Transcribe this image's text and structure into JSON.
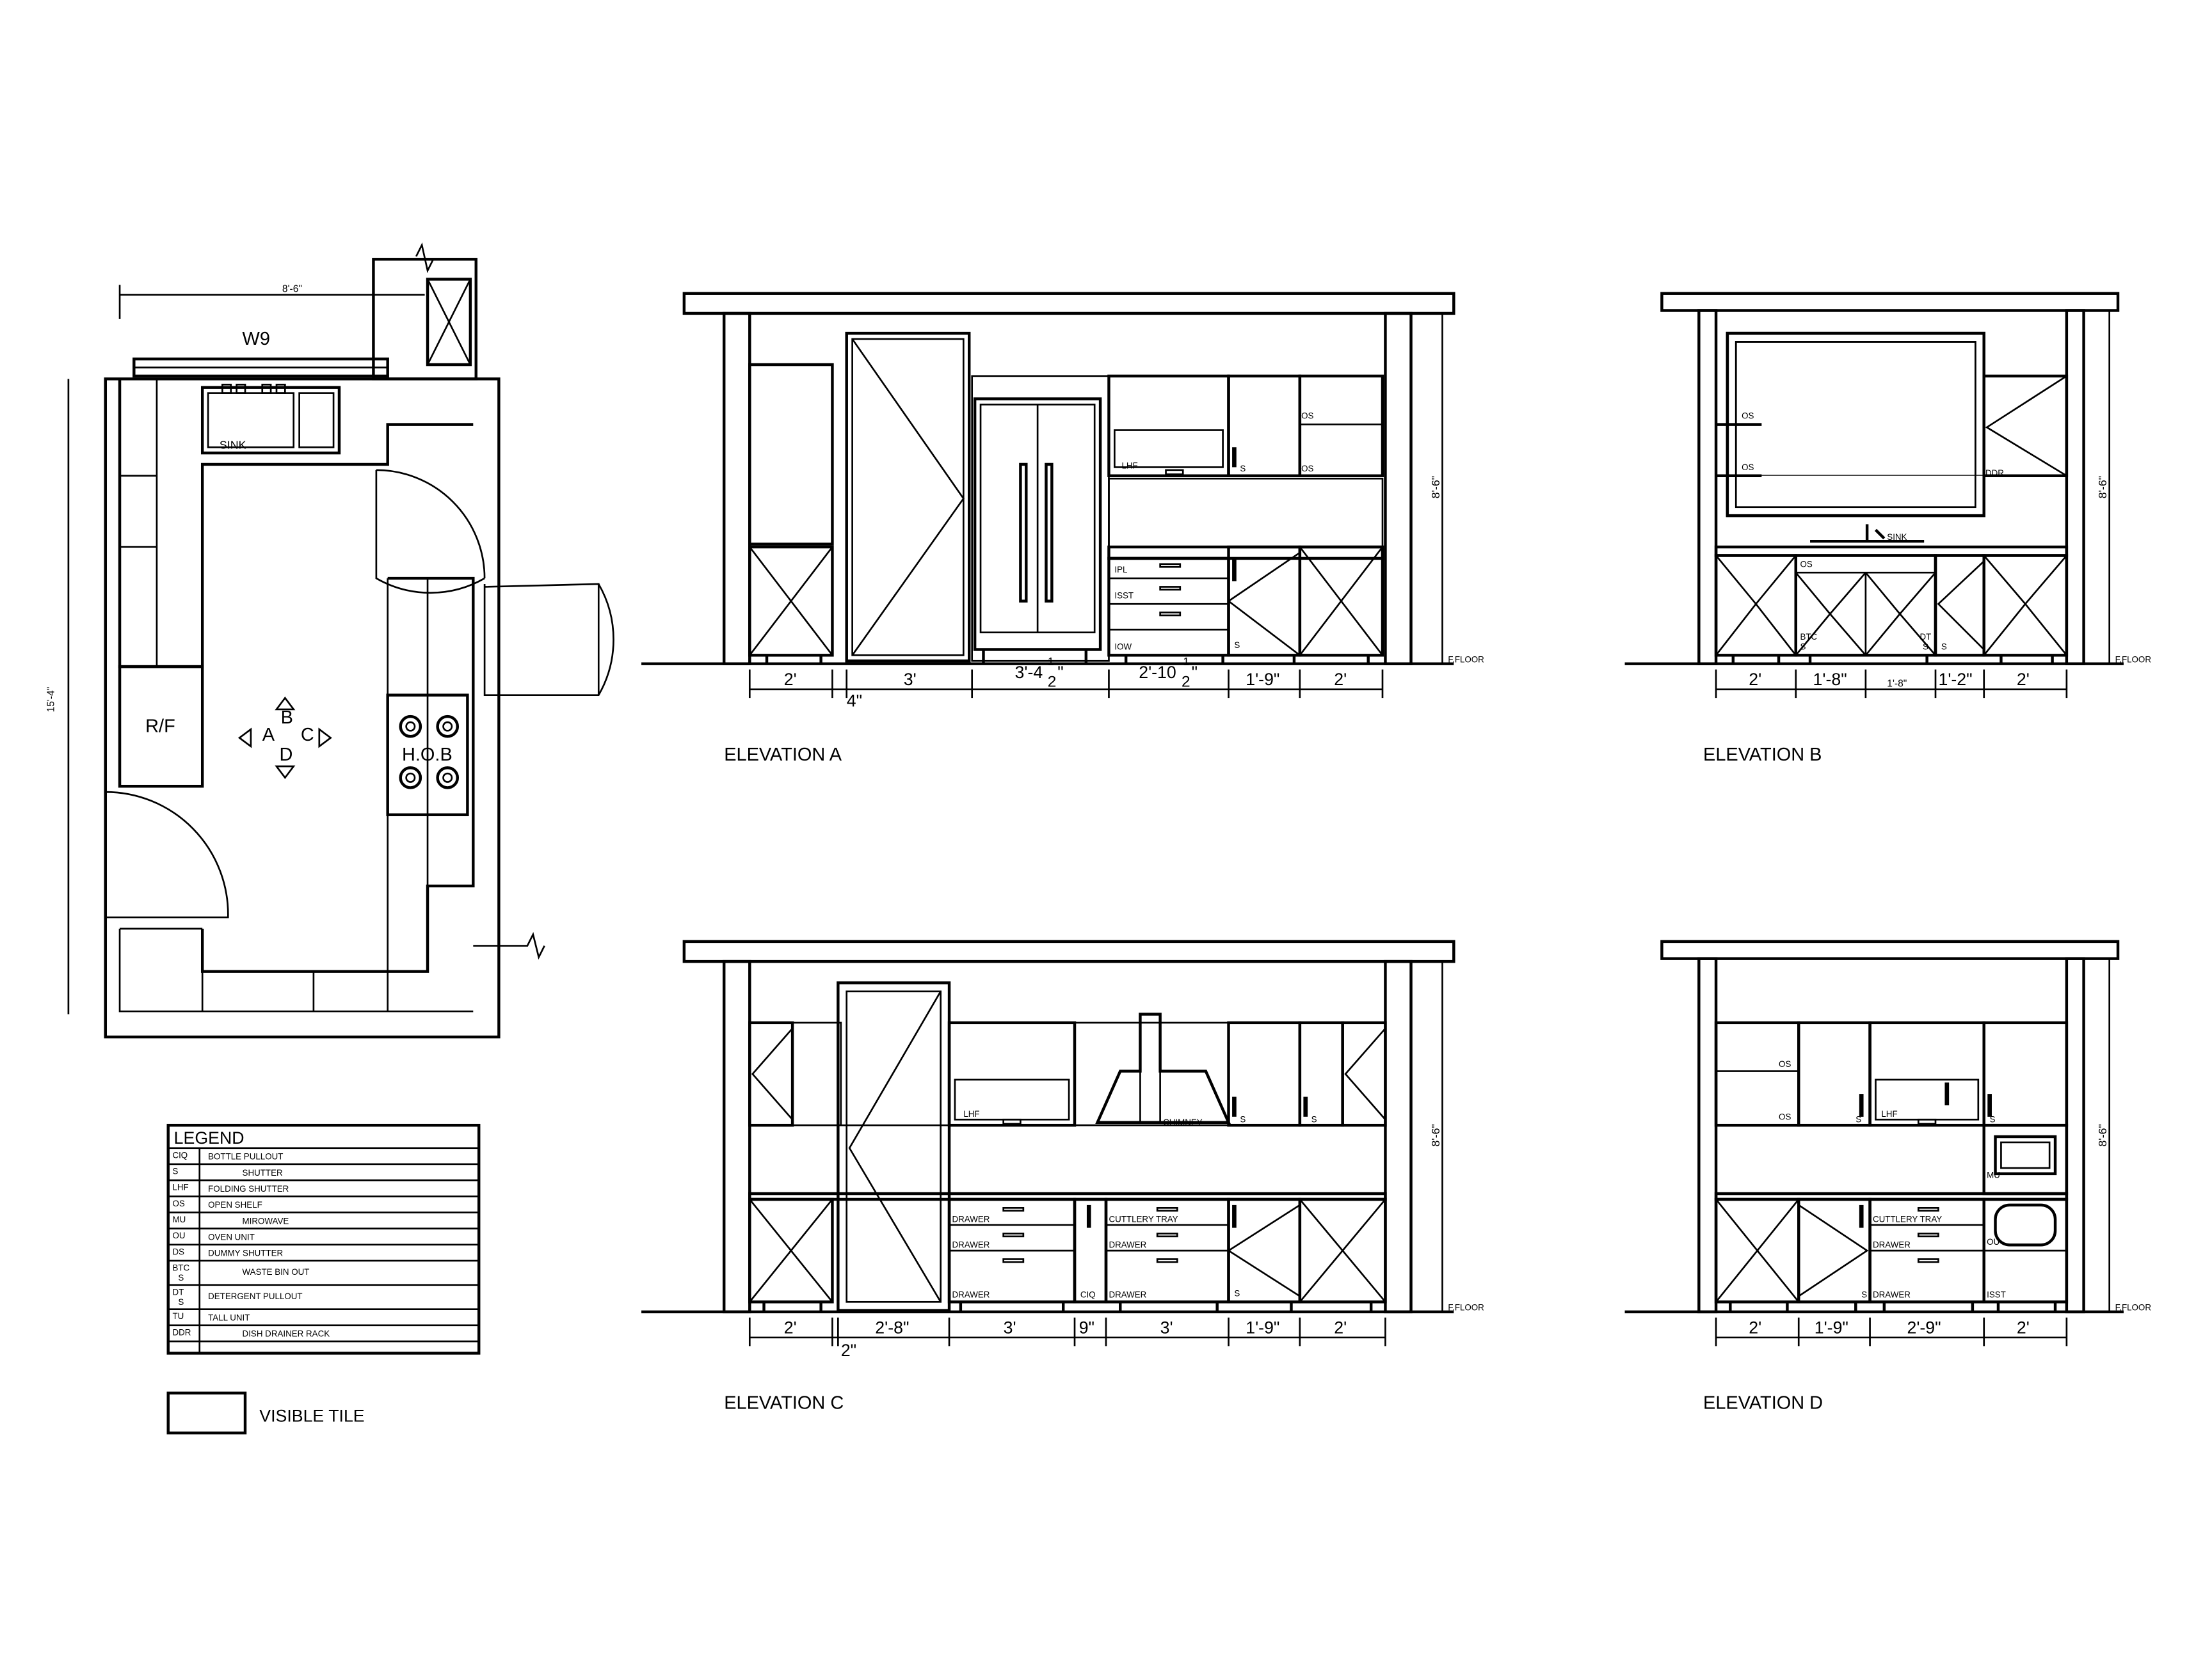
{
  "plan": {
    "dim_top": "8'-6\"",
    "dim_left": "15'-4\"",
    "window_label": "W9",
    "sink_label": "SINK",
    "fridge_label": "R/F",
    "hob_label": "H.O.B",
    "arrows": {
      "a": "A",
      "b": "B",
      "c": "C",
      "d": "D"
    }
  },
  "legend": {
    "title": "LEGEND",
    "rows": [
      {
        "code": "CIQ",
        "desc": "BOTTLE PULLOUT"
      },
      {
        "code": "S",
        "desc": "SHUTTER"
      },
      {
        "code": "LHF",
        "desc": "FOLDING SHUTTER"
      },
      {
        "code": "OS",
        "desc": "OPEN SHELF"
      },
      {
        "code": "MU",
        "desc": "MIROWAVE"
      },
      {
        "code": "OU",
        "desc": "OVEN UNIT"
      },
      {
        "code": "DS",
        "desc": "DUMMY SHUTTER"
      },
      {
        "code": "BTC S",
        "desc": "WASTE BIN OUT"
      },
      {
        "code": "DT S",
        "desc": "DETERGENT PULLOUT"
      },
      {
        "code": "TU",
        "desc": "TALL UNIT"
      },
      {
        "code": "DDR",
        "desc": "DISH DRAINER RACK"
      }
    ],
    "tile_label": "VISIBLE TILE"
  },
  "elev_a": {
    "title": "ELEVATION A",
    "height": "8'-6\"",
    "floor": "F.FLOOR",
    "tags": {
      "lhf": "LHF",
      "s1": "S",
      "os1": "OS",
      "os2": "OS",
      "ipl": "IPL",
      "isst": "ISST",
      "iow": "IOW",
      "s2": "S"
    },
    "dims": {
      "d1": "2'",
      "d2": "3'",
      "d3": "3'-4",
      "d3f": "1",
      "d3d": "2",
      "d3q": "\"",
      "d4": "2'-10",
      "d4f": "1",
      "d4d": "2",
      "d4q": "\"",
      "d5": "1'-9\"",
      "d6": "2'",
      "gap": "4\""
    }
  },
  "elev_b": {
    "title": "ELEVATION B",
    "height": "8'-6\"",
    "floor": "F.FLOOR",
    "tags": {
      "os1": "OS",
      "os2": "OS",
      "ddr": "DDR",
      "os3": "OS",
      "btc": "BTC",
      "s1": "S",
      "dt": "DT",
      "s2": "S",
      "s3": "S",
      "sink": "SINK"
    },
    "dims": {
      "d1": "2'",
      "d2": "1'-8\"",
      "d3": "1'-8\"",
      "d4": "1'-2\"",
      "d5": "2'"
    }
  },
  "elev_c": {
    "title": "ELEVATION C",
    "height": "8'-6\"",
    "floor": "F.FLOOR",
    "tags": {
      "lhf": "LHF",
      "chimney": "CHIMNEY",
      "s1": "S",
      "s2": "S",
      "drawer1": "DRAWER",
      "drawer2": "DRAWER",
      "drawer3": "DRAWER",
      "ciq": "CIQ",
      "cutlery": "CUTTLERY TRAY",
      "drawer4": "DRAWER",
      "drawer5": "DRAWER",
      "s3": "S"
    },
    "dims": {
      "d1": "2'",
      "d2": "2'-8\"",
      "d3": "3'",
      "d4": "9\"",
      "d5": "3'",
      "d6": "1'-9\"",
      "d7": "2'",
      "gap": "2\""
    }
  },
  "elev_d": {
    "title": "ELEVATION D",
    "height": "8'-6\"",
    "floor": "F.FLOOR",
    "tags": {
      "os1": "OS",
      "os2": "OS",
      "s1": "S",
      "lhf": "LHF",
      "s2": "S",
      "mu": "MU",
      "cutlery": "CUTTLERY TRAY",
      "drawer1": "DRAWER",
      "drawer2": "DRAWER",
      "ou": "OU",
      "s3": "S",
      "isst": "ISST"
    },
    "dims": {
      "d1": "2'",
      "d2": "1'-9\"",
      "d3": "2'-9\"",
      "d4": "2'"
    }
  }
}
